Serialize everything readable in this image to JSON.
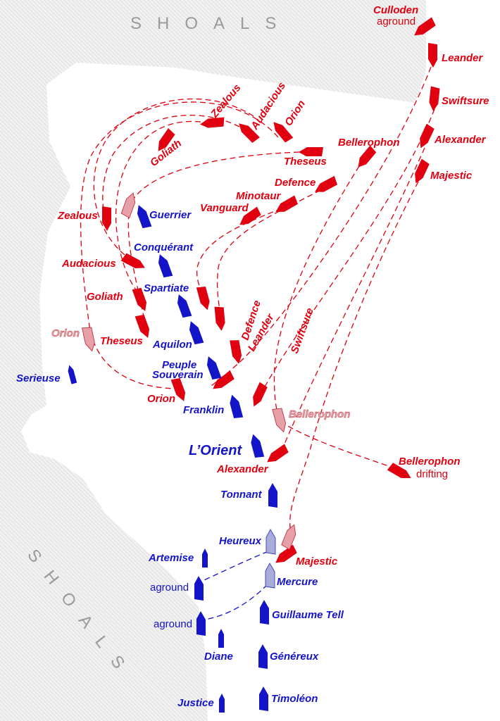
{
  "shoals_label": "SHOALS",
  "colors": {
    "british": "#e0000f",
    "french": "#1414c8",
    "british_lost": "#e8a0a8",
    "french_lost": "#a8acd8"
  },
  "british": {
    "culloden": "Culloden",
    "culloden_status": "aground",
    "leander": "Leander",
    "swiftsure": "Swiftsure",
    "alexander": "Alexander",
    "majestic": "Majestic",
    "bellerophon": "Bellerophon",
    "theseus": "Theseus",
    "defence": "Defence",
    "minotaur": "Minotaur",
    "vanguard": "Vanguard",
    "goliath": "Goliath",
    "zealous": "Zealous",
    "audacious": "Audacious",
    "orion": "Orion",
    "bellerophon_status": "drifting"
  },
  "french": {
    "guerrier": "Guerrier",
    "conquerant": "Conquérant",
    "spartiate": "Spartiate",
    "aquilon": "Aquilon",
    "peuple": "Peuple",
    "souverain": "Souverain",
    "serieuse": "Serieuse",
    "franklin": "Franklin",
    "lorient": "L’Orient",
    "tonnant": "Tonnant",
    "heureux": "Heureux",
    "mercure": "Mercure",
    "artemise": "Artemise",
    "aground": "aground",
    "guillaume_tell": "Guillaume Tell",
    "diane": "Diane",
    "genereux": "Généreux",
    "justice": "Justice",
    "timoleon": "Timoléon"
  }
}
